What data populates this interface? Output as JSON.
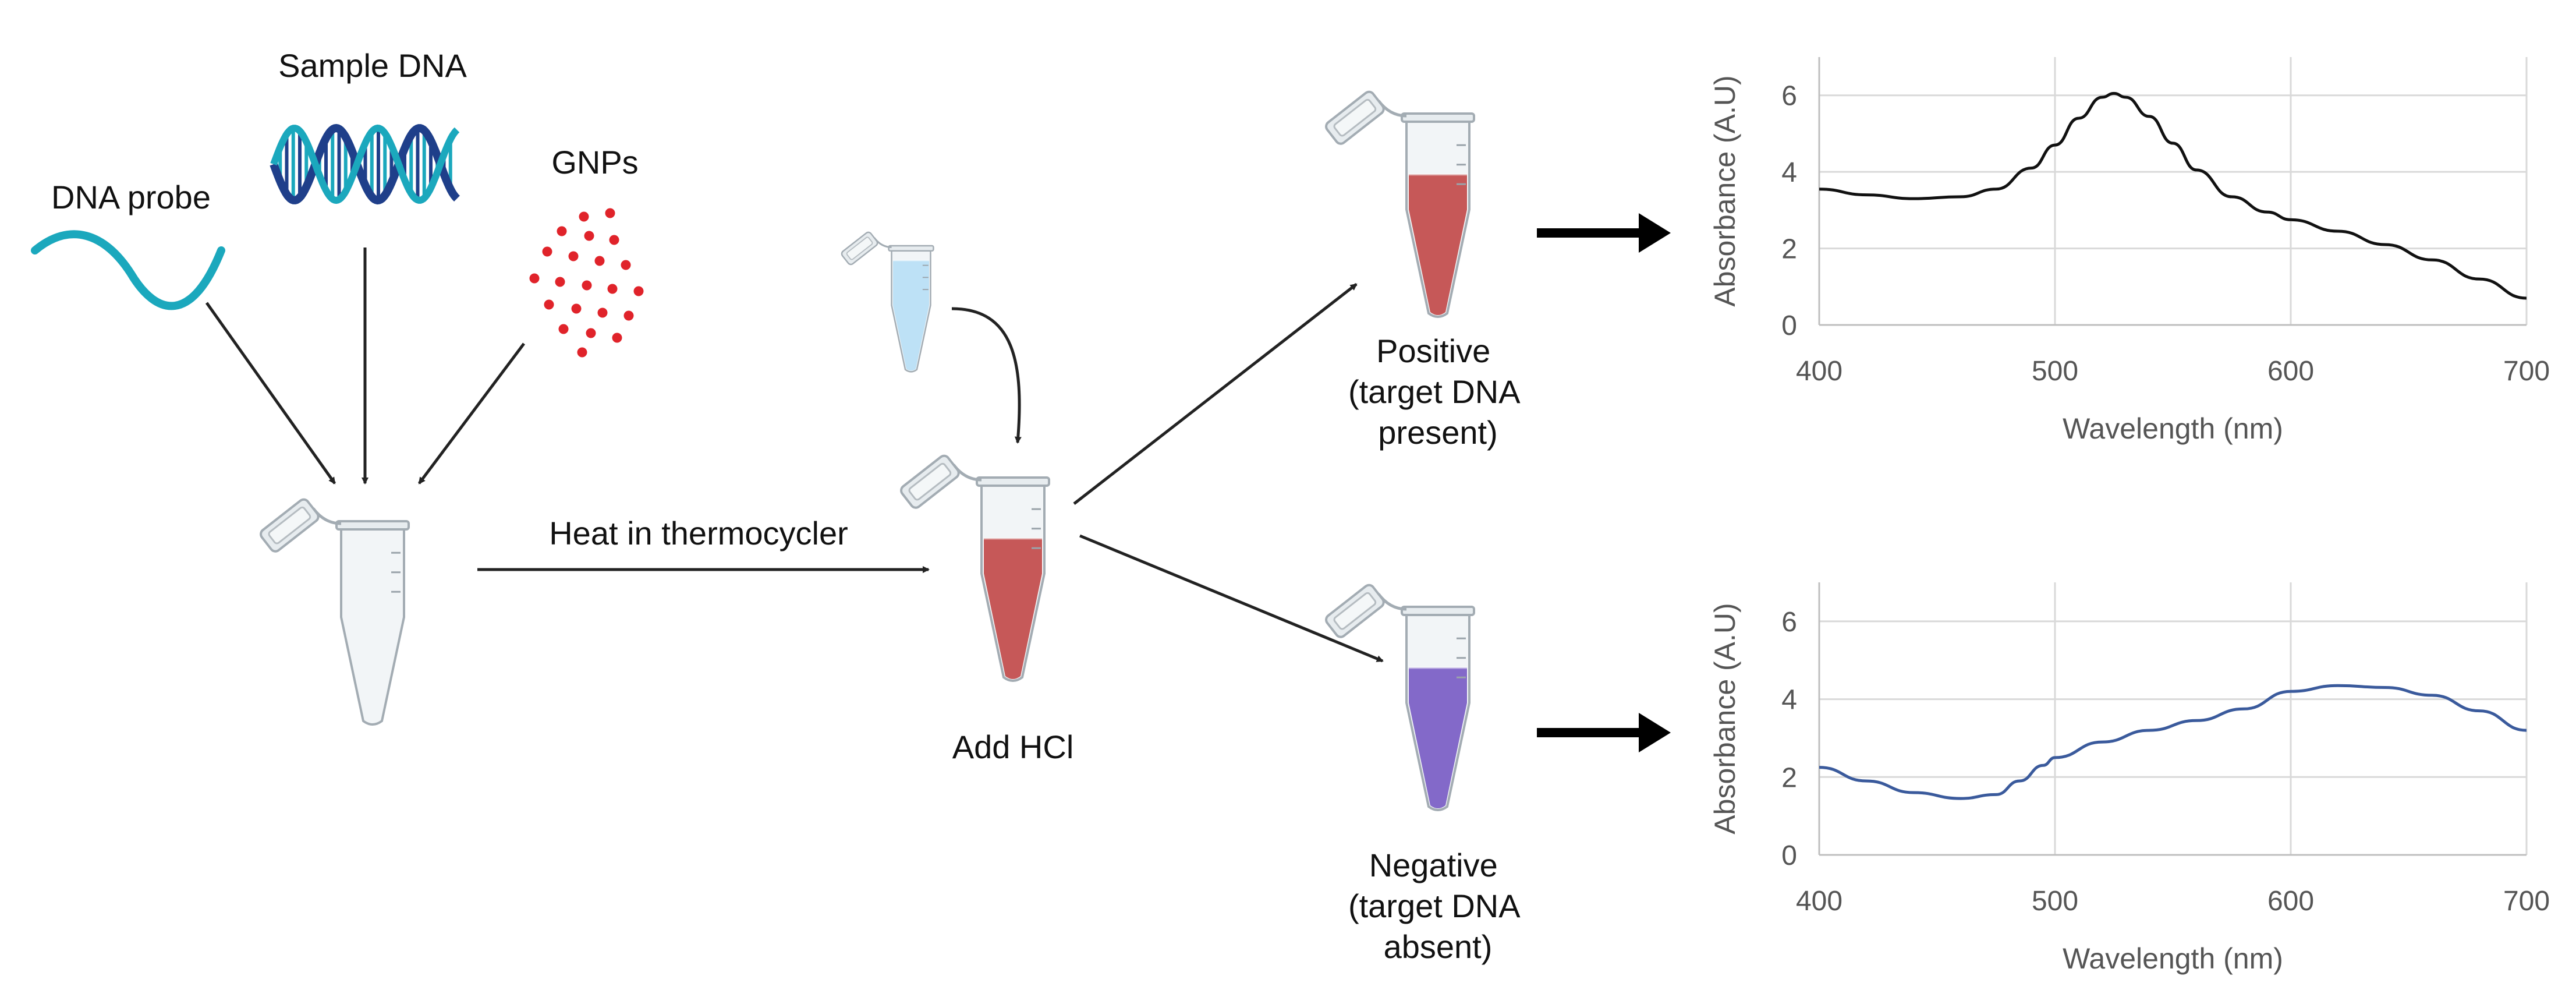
{
  "labels": {
    "dna_probe": "DNA probe",
    "sample_dna": "Sample DNA",
    "gnps": "GNPs",
    "heat": "Heat in thermocycler",
    "add_hcl": "Add HCl",
    "positive": [
      "Positive",
      "(target DNA",
      "present)"
    ],
    "negative": [
      "Negative",
      "(target DNA",
      "absent)"
    ]
  },
  "colors": {
    "probe": "#1ba8bd",
    "helix_a": "#1f3f8a",
    "helix_b": "#1ba8bd",
    "gnp": "#e0232a",
    "red_solution": "#c24a4a",
    "purple_solution": "#7a5cc4",
    "hcl_solution": "#b8def5",
    "positive_line": "#111111",
    "negative_line": "#3a5a9c",
    "grid": "#d9d9d9"
  },
  "chart_data": [
    {
      "type": "line",
      "id": "positive",
      "xlabel": "Wavelength (nm)",
      "ylabel": "Absorbance (A.U)",
      "xlim": [
        400,
        700
      ],
      "ylim": [
        0,
        7
      ],
      "xticks": [
        400,
        500,
        600,
        700
      ],
      "yticks": [
        0,
        2,
        4,
        6
      ],
      "grid": true,
      "series": [
        {
          "x": [
            400,
            420,
            440,
            460,
            475,
            490,
            500,
            510,
            520,
            525,
            530,
            540,
            550,
            560,
            575,
            590,
            600,
            620,
            640,
            660,
            680,
            700
          ],
          "y": [
            3.55,
            3.4,
            3.3,
            3.35,
            3.55,
            4.1,
            4.7,
            5.4,
            5.95,
            6.05,
            5.95,
            5.45,
            4.75,
            4.05,
            3.35,
            2.95,
            2.75,
            2.45,
            2.1,
            1.7,
            1.2,
            0.7
          ]
        }
      ]
    },
    {
      "type": "line",
      "id": "negative",
      "xlabel": "Wavelength (nm)",
      "ylabel": "Absorbance (A.U)",
      "xlim": [
        400,
        700
      ],
      "ylim": [
        0,
        7
      ],
      "xticks": [
        400,
        500,
        600,
        700
      ],
      "yticks": [
        0,
        2,
        4,
        6
      ],
      "grid": true,
      "series": [
        {
          "x": [
            400,
            420,
            440,
            460,
            475,
            485,
            495,
            500,
            520,
            540,
            560,
            580,
            600,
            620,
            640,
            660,
            680,
            700
          ],
          "y": [
            2.25,
            1.9,
            1.6,
            1.45,
            1.55,
            1.9,
            2.3,
            2.5,
            2.9,
            3.2,
            3.45,
            3.75,
            4.2,
            4.35,
            4.3,
            4.1,
            3.7,
            3.2
          ]
        }
      ]
    }
  ]
}
